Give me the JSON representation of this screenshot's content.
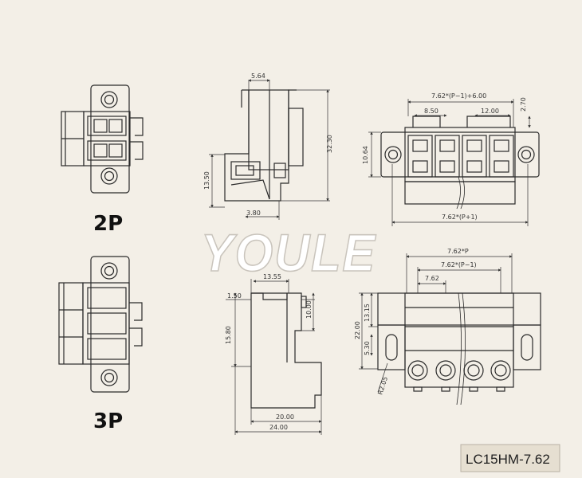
{
  "watermark": "YOULE",
  "part_number": "LC15HM-7.62",
  "labels": {
    "two_pole": "2P",
    "three_pole": "3P"
  },
  "side_view": {
    "top_width": "5.64",
    "height": "32.30",
    "lower_height": "13.50",
    "bottom_width": "3.80"
  },
  "front_view": {
    "overall_span": "7.62*(P−1)+6.00",
    "pitch_a": "8.50",
    "pitch_b": "12.00",
    "latch_height": "2.70",
    "height": "10.64",
    "base_width": "7.62*(P+1)"
  },
  "pcb_side": {
    "top": "13.55",
    "step": "1.50",
    "latch": "10.00",
    "height": "15.80",
    "base": "20.00",
    "total": "24.00"
  },
  "pcb_front": {
    "span_p": "7.62*P",
    "span_p1": "7.62*(P−1)",
    "pitch": "7.62",
    "upper": "13.15",
    "total": "22.00",
    "lower": "5.30",
    "radius": "R2.05"
  },
  "colors": {
    "line": "#2a2a2a",
    "background": "#f3efe7",
    "badge": "#e6dfd1"
  }
}
